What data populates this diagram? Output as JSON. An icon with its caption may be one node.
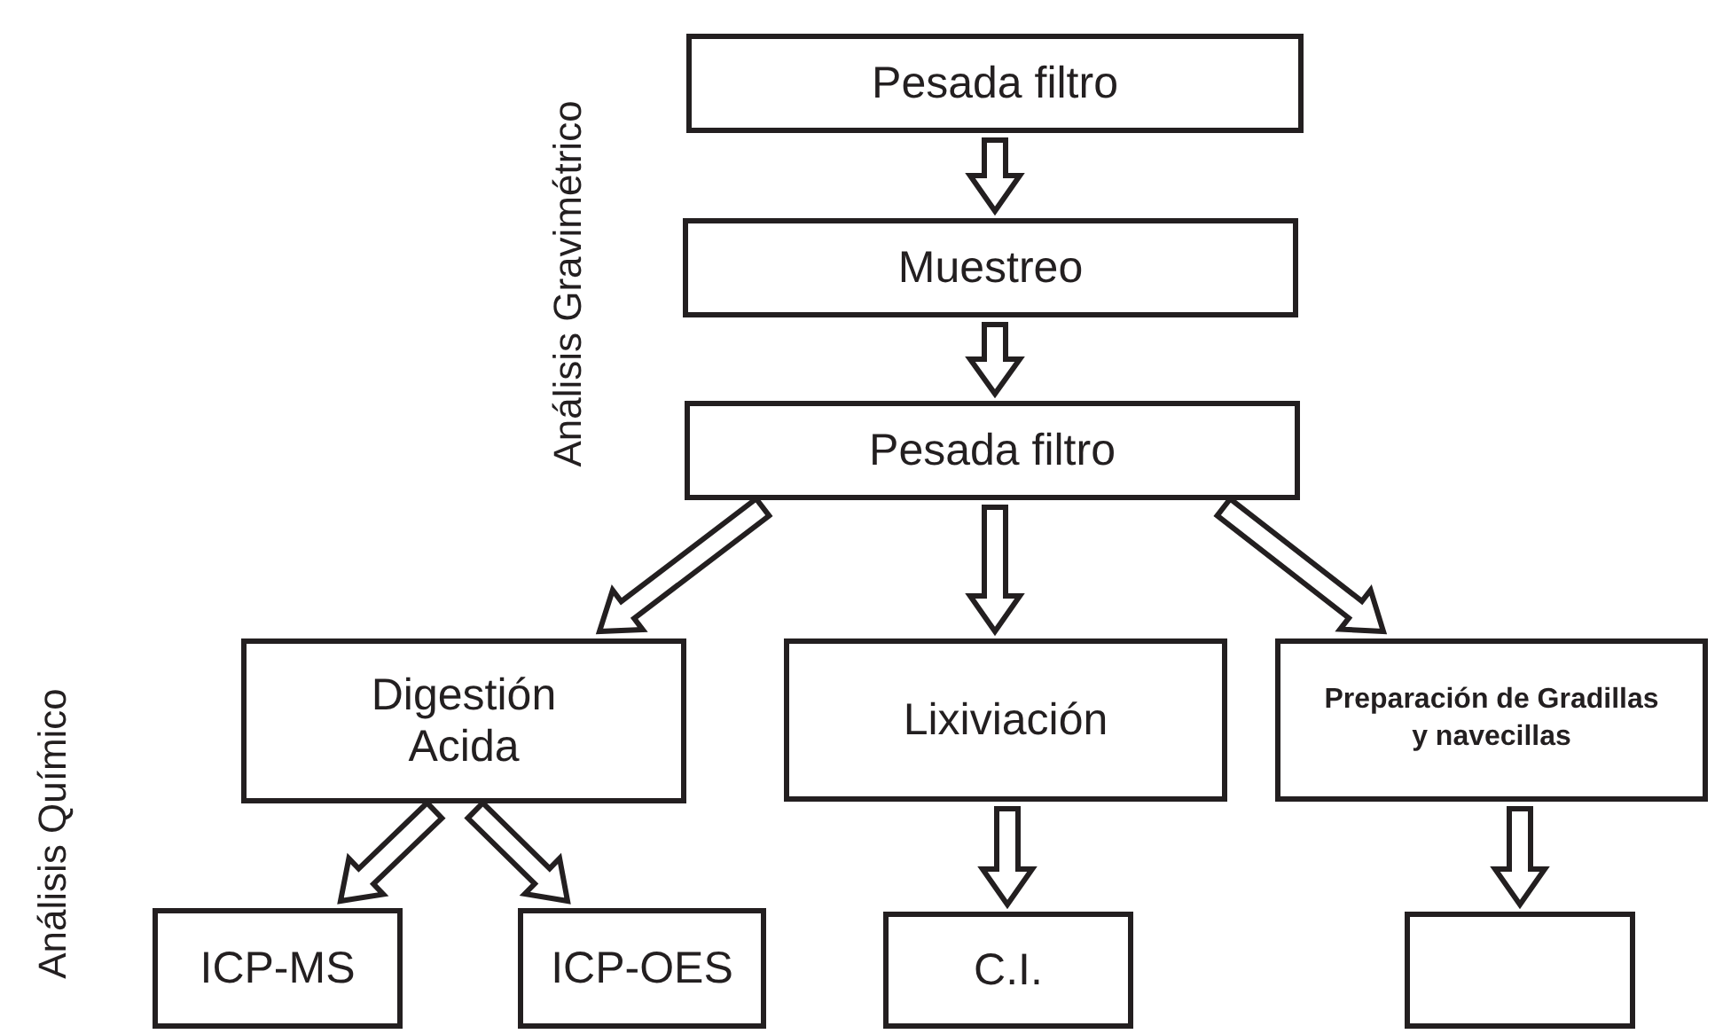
{
  "diagram": {
    "nodes": [
      {
        "text": [
          "Pesada filtro"
        ]
      },
      {
        "text": [
          "Muestreo"
        ]
      },
      {
        "text": [
          "Pesada filtro"
        ]
      },
      {
        "text": [
          "Digestión Acida"
        ]
      },
      {
        "text": [
          "Lixiviación"
        ]
      },
      {
        "text": [
          "Preparación de Gradillas y navecillas"
        ]
      },
      {
        "text": [
          "ICP-MS"
        ]
      },
      {
        "text": [
          "ICP-OES"
        ]
      },
      {
        "text": [
          "C.I."
        ]
      },
      {
        "text": [],
        "shape": "box"
      }
    ],
    "edges": [
      {
        "from": 0,
        "to": 1,
        "arrow": "to"
      },
      {
        "from": 1,
        "to": 2,
        "arrow": "to"
      },
      {
        "from": 2,
        "to": 3,
        "arrow": "to"
      },
      {
        "from": 2,
        "to": 4,
        "arrow": "to"
      },
      {
        "from": 2,
        "to": 5,
        "arrow": "to"
      },
      {
        "from": 3,
        "to": 6,
        "arrow": "to"
      },
      {
        "from": 3,
        "to": 7,
        "arrow": "to"
      },
      {
        "from": 4,
        "to": 8,
        "arrow": "to"
      },
      {
        "from": 5,
        "to": 9,
        "arrow": "to"
      }
    ],
    "labels": [
      "Análisis Gravimétrico",
      "Análisis Químico"
    ]
  }
}
